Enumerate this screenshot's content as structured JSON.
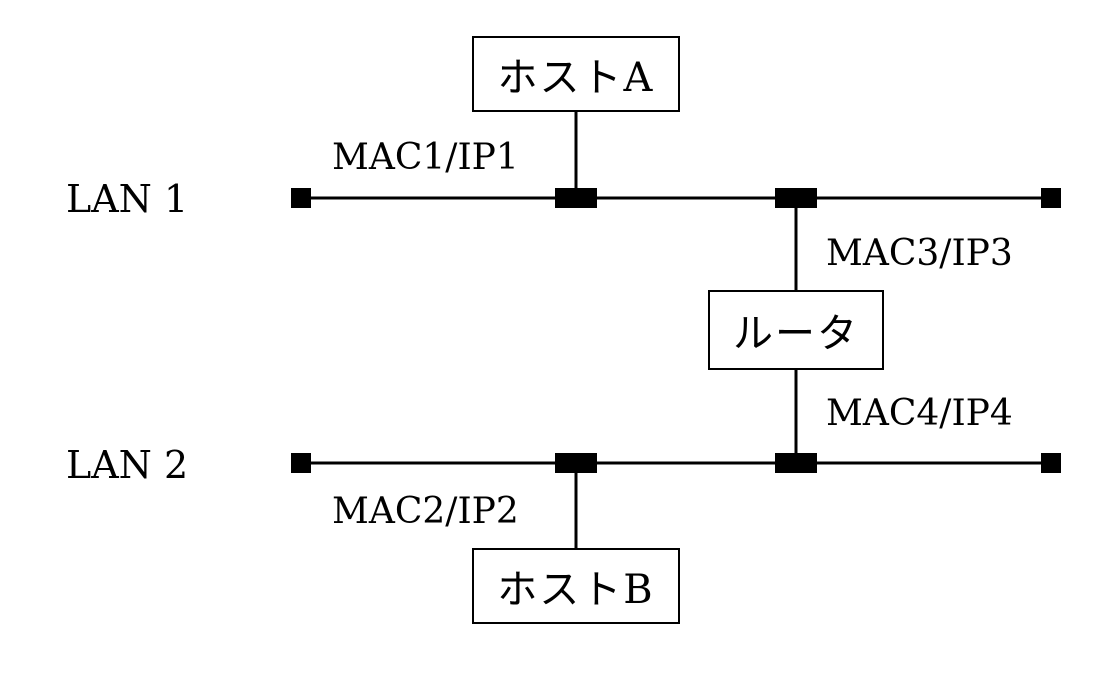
{
  "colors": {
    "line": "#000000",
    "background": "#ffffff"
  },
  "lans": [
    {
      "label": "LAN 1"
    },
    {
      "label": "LAN 2"
    }
  ],
  "hosts": {
    "host_a": {
      "label": "ホストA",
      "address": "MAC1/IP1"
    },
    "host_b": {
      "label": "ホストB",
      "address": "MAC2/IP2"
    }
  },
  "router": {
    "label": "ルータ",
    "lan1_address": "MAC3/IP3",
    "lan2_address": "MAC4/IP4"
  }
}
